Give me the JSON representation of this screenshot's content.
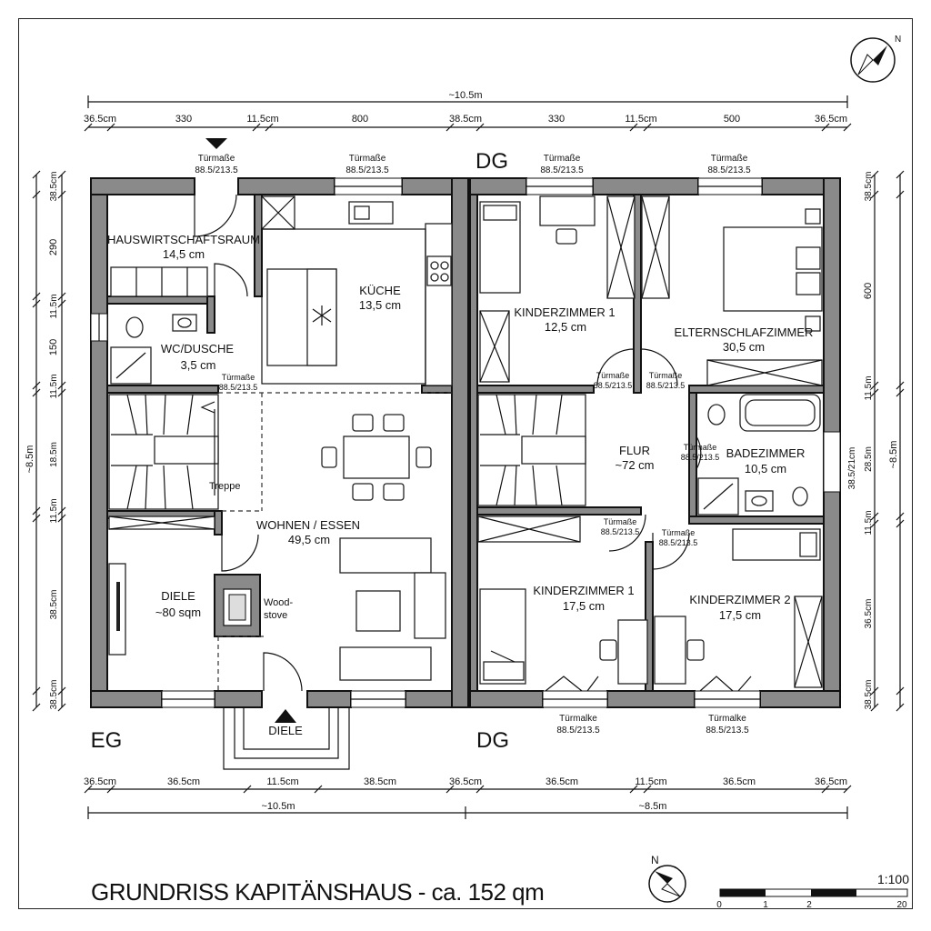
{
  "top_dims": {
    "total": "~10.5m",
    "segments": [
      "36.5cm",
      "330",
      "11.5cm",
      "800",
      "38.5cm",
      "330",
      "11.5cm",
      "500",
      "36.5cm"
    ]
  },
  "bottom_dims": {
    "segments": [
      "36.5cm",
      "36.5cm",
      "11.5cm",
      "38.5cm",
      "36.5cm",
      "36.5cm",
      "11.5cm",
      "36.5cm",
      "36.5cm"
    ],
    "total_left": "~10.5m",
    "total_right": "~8.5m"
  },
  "left_dims": {
    "segments": [
      "38.5cm",
      "290",
      "11.5m",
      "150",
      "11.5m",
      "18.5m",
      "11.5m",
      "38.5cm",
      "38.5cm"
    ],
    "total": "~8.5m"
  },
  "right_dims": {
    "segments": [
      "38.5cm",
      "600",
      "11.5m",
      "38.5/21cm",
      "28.5m",
      "11.5m",
      "36.5cm",
      "38.5cm"
    ],
    "total": "~8.5m"
  },
  "floor_labels": {
    "top": "DG",
    "bottom_left": "EG",
    "bottom_right": "DG"
  },
  "doors": {
    "label": "Türmaße",
    "label_alt": "Türmalke",
    "size": "88.5/213.5"
  },
  "rooms": {
    "hauswirtschaft": {
      "name": "HAUSWIRTSCHAFTSRAUM",
      "area": "14,5 cm"
    },
    "kueche": {
      "name": "KÜCHE",
      "area": "13,5 cm"
    },
    "wc": {
      "name": "WC/DUSCHE",
      "area": "3,5 cm"
    },
    "treppe": {
      "name": "Treppe"
    },
    "wohnen": {
      "name": "WOHNEN / ESSEN",
      "area": "49,5 cm"
    },
    "diele": {
      "name": "DIELE",
      "area": "~80 sqm"
    },
    "woodstove": {
      "line1": "Wood-",
      "line2": "stove"
    },
    "entrance": {
      "name": "DIELE"
    },
    "kinder1_top": {
      "name": "KINDERZIMMER 1",
      "area": "12,5 cm"
    },
    "eltern": {
      "name": "ELTERNSCHLAFZIMMER",
      "area": "30,5 cm"
    },
    "flur": {
      "name": "FLUR",
      "area": "~72 cm"
    },
    "bad": {
      "name": "BADEZIMMER",
      "area": "10,5 cm"
    },
    "kinder1_bottom": {
      "name": "KINDERZIMMER 1",
      "area": "17,5 cm"
    },
    "kinder2": {
      "name": "KINDERZIMMER 2",
      "area": "17,5 cm"
    }
  },
  "title": "GRUNDRISS KAPITÄNSHAUS - ca. 152 qm",
  "scale": {
    "ratio": "1:100",
    "ticks": [
      "0",
      "1",
      "2",
      "20"
    ]
  },
  "north": "N"
}
